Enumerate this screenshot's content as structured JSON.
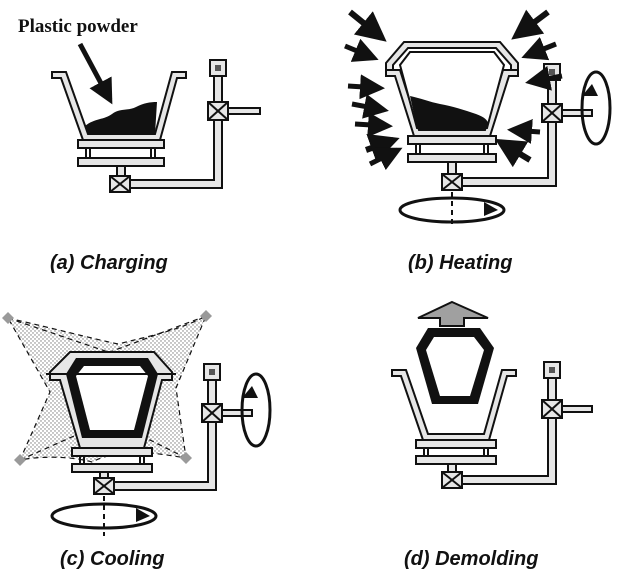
{
  "annotation": "Plastic powder",
  "panels": [
    {
      "id": "a",
      "caption": "(a) Charging"
    },
    {
      "id": "b",
      "caption": "(b) Heating"
    },
    {
      "id": "c",
      "caption": "(c) Cooling"
    },
    {
      "id": "d",
      "caption": "(d) Demolding"
    }
  ],
  "colors": {
    "ink": "#111111",
    "metal": "#e6e6e6",
    "mold_fill": "#ffffff",
    "cooling_spray": "#d9d9d9",
    "nozzle": "#9a9a9a",
    "arrow_gray": "#a0a0a0"
  }
}
